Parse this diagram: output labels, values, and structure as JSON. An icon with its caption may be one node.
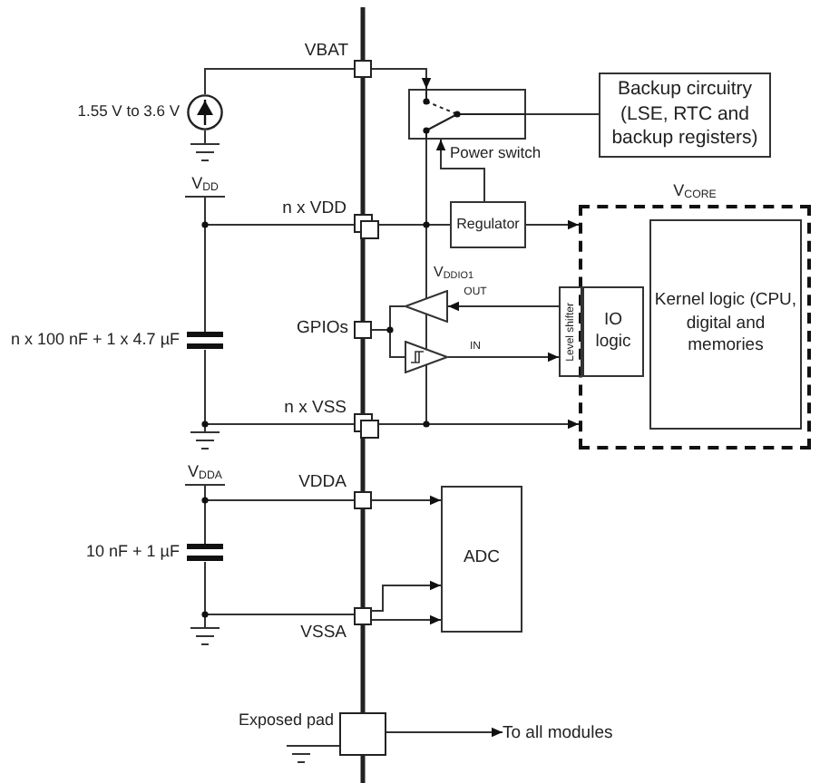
{
  "diagram": {
    "nodes": [
      {
        "text": [],
        "shape": "box",
        "beside": [
          "VBAT"
        ]
      },
      {
        "text": [],
        "shape": "circle",
        "beside": [
          "1.55 V to 3.6 V"
        ]
      },
      {
        "text": [],
        "shape": "ground"
      },
      {
        "text": [],
        "shape": "switch",
        "beside": [
          "Power switch"
        ]
      },
      {
        "text": [
          "Backup circuitry (LSE, RTC and backup registers)"
        ]
      },
      {
        "text": [
          "V$_{DD}$"
        ]
      },
      {
        "text": [],
        "shape": "box",
        "beside": [
          "n x VDD"
        ]
      },
      {
        "text": [
          "Regulator"
        ]
      },
      {
        "text": [
          "V$_{CORE}$"
        ]
      },
      {
        "text": [
          "Kernel logic (CPU, digital and memories"
        ],
        "in": 8
      },
      {
        "text": [],
        "shape": "triangle"
      },
      {
        "text": [
          "Level shifter"
        ]
      },
      {
        "text": [
          "IO logic"
        ],
        "in": 8
      },
      {
        "text": [],
        "shape": "box",
        "beside": [
          "GPIOs"
        ]
      },
      {
        "text": [],
        "shape": "capacitor",
        "beside": [
          "n x 100 nF + 1 x 4.7 µF"
        ]
      },
      {
        "text": [],
        "shape": "triangle"
      },
      {
        "text": [],
        "shape": "box",
        "beside": [
          "n x VSS"
        ]
      },
      {
        "text": [],
        "shape": "ground"
      },
      {
        "text": [
          "V$_{DDA}$"
        ]
      },
      {
        "text": [],
        "shape": "box",
        "beside": [
          "VDDA"
        ]
      },
      {
        "text": [
          "ADC"
        ]
      },
      {
        "text": [],
        "shape": "capacitor",
        "beside": [
          "10 nF + 1 µF"
        ]
      },
      {
        "text": [],
        "shape": "box",
        "beside": [
          "VSSA"
        ]
      },
      {
        "text": [],
        "shape": "ground"
      },
      {
        "text": [],
        "shape": "box",
        "beside": [
          "Exposed pad"
        ]
      },
      {
        "text": [],
        "shape": "ground"
      },
      {
        "text": [
          "To all modules"
        ]
      }
    ],
    "edges": [
      {
        "from": 0,
        "to": 1,
        "arrow": "none"
      },
      {
        "from": 1,
        "to": 2,
        "arrow": "none"
      },
      {
        "from": 0,
        "to": 3,
        "arrow": "to"
      },
      {
        "from": 3,
        "to": 4,
        "arrow": "none"
      },
      {
        "from": 5,
        "to": 6,
        "arrow": "none"
      },
      {
        "from": 5,
        "to": 14,
        "arrow": "none"
      },
      {
        "from": 6,
        "to": 7,
        "arrow": "none"
      },
      {
        "from": 6,
        "to": 3,
        "arrow": "none"
      },
      {
        "from": 7,
        "to": 3,
        "arrow": "to"
      },
      {
        "from": 7,
        "to": 8,
        "arrow": "to"
      },
      {
        "from": 6,
        "to": 10,
        "arrow": "none"
      },
      {
        "from": 10,
        "to": 15,
        "arrow": "none"
      },
      {
        "from": 15,
        "to": 16,
        "arrow": "none"
      },
      {
        "from": 11,
        "to": 10,
        "arrow": "to",
        "label": "OUT"
      },
      {
        "from": 15,
        "to": 11,
        "arrow": "to",
        "label": "IN"
      },
      {
        "from": 13,
        "to": 10,
        "arrow": "none"
      },
      {
        "from": 13,
        "to": 15,
        "arrow": "none"
      },
      {
        "from": 16,
        "to": 8,
        "arrow": "to"
      },
      {
        "from": 14,
        "to": 17,
        "arrow": "none"
      },
      {
        "from": 16,
        "to": 17,
        "arrow": "none"
      },
      {
        "from": 18,
        "to": 19,
        "arrow": "none"
      },
      {
        "from": 18,
        "to": 21,
        "arrow": "none"
      },
      {
        "from": 19,
        "to": 20,
        "arrow": "to"
      },
      {
        "from": 21,
        "to": 23,
        "arrow": "none"
      },
      {
        "from": 22,
        "to": 23,
        "arrow": "none"
      },
      {
        "from": 22,
        "to": 20,
        "arrow": "to"
      },
      {
        "from": 22,
        "to": 20,
        "arrow": "to"
      },
      {
        "from": 24,
        "to": 25,
        "arrow": "none"
      },
      {
        "from": 24,
        "to": 26,
        "arrow": "to"
      }
    ],
    "labels": [
      "V$_{DDIO1}$"
    ]
  }
}
